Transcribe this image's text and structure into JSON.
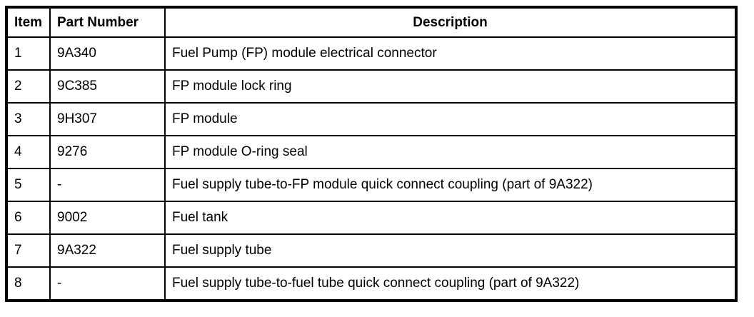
{
  "table": {
    "columns": [
      {
        "key": "item",
        "label": "Item"
      },
      {
        "key": "part_number",
        "label": "Part Number"
      },
      {
        "key": "description",
        "label": "Description"
      }
    ],
    "rows": [
      {
        "item": "1",
        "part_number": "9A340",
        "description": "Fuel Pump (FP) module electrical connector"
      },
      {
        "item": "2",
        "part_number": "9C385",
        "description": "FP module lock ring"
      },
      {
        "item": "3",
        "part_number": "9H307",
        "description": "FP module"
      },
      {
        "item": "4",
        "part_number": "9276",
        "description": "FP module O-ring seal"
      },
      {
        "item": "5",
        "part_number": "-",
        "description": "Fuel supply tube-to-FP module quick connect coupling (part of 9A322)"
      },
      {
        "item": "6",
        "part_number": "9002",
        "description": "Fuel tank"
      },
      {
        "item": "7",
        "part_number": "9A322",
        "description": "Fuel supply tube"
      },
      {
        "item": "8",
        "part_number": "-",
        "description": "Fuel supply tube-to-fuel tube quick connect coupling (part of 9A322)"
      }
    ],
    "colors": {
      "border": "#000000",
      "background": "#ffffff",
      "text": "#000000"
    }
  }
}
